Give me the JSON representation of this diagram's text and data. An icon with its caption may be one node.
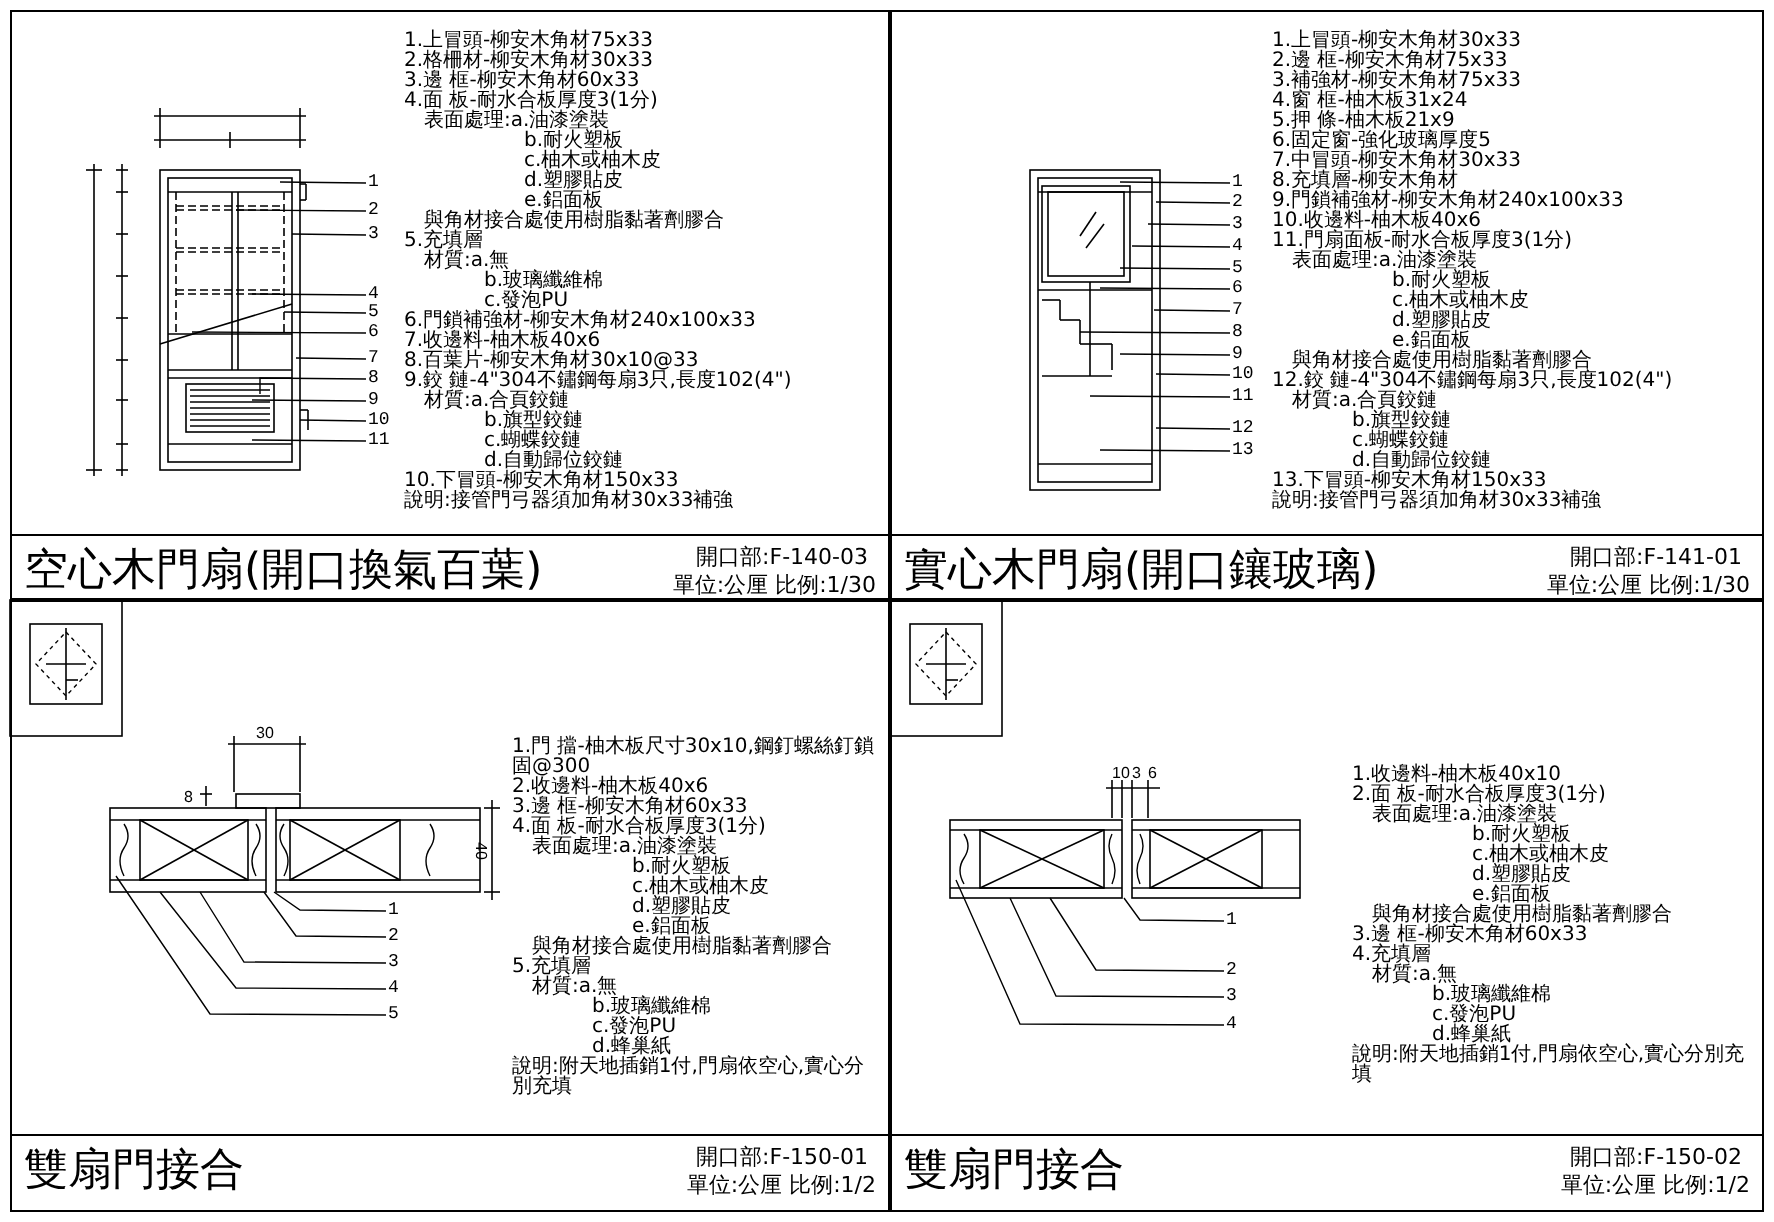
{
  "diagram": {
    "nodes": [
      {
        "text": [
          "1.上冒頭-柳安木角材75x33",
          "2.格柵材-柳安木角材30x33",
          "3.邊 框-柳安木角材60x33",
          "4.面 板-耐水合板厚度3(1分)",
          "表面處理:a.油漆塗裝",
          "b.耐火塑板",
          "c.柚木或柚木皮",
          "d.塑膠貼皮",
          "e.鋁面板",
          "與角材接合處使用樹脂黏著劑膠合",
          "5.充填層",
          "材質:a.無",
          "b.玻璃纖維棉",
          "c.發泡PU",
          "6.門鎖補強材-柳安木角材240x100x33",
          "7.收邊料-柚木板40x6",
          "8.百葉片-柳安木角材30x10@33",
          "9.鉸 鏈-4\"304不鏽鋼每扇3只,長度102(4\")",
          "材質:a.合頁鉸鏈",
          "b.旗型鉸鏈",
          "c.蝴蝶鉸鏈",
          "d.自動歸位鉸鏈",
          "10.下冒頭-柳安木角材150x33",
          "說明:接管門弓器須加角材30x33補強",
          "空心木門扇(開口換氣百葉)",
          "開口部:F-140-03",
          "單位:公厘 比例:1/30"
        ]
      },
      {
        "text": [],
        "shape": "picture",
        "in": 0
      },
      {
        "text": [
          "1"
        ],
        "in": 0
      },
      {
        "text": [
          "2"
        ],
        "in": 0
      },
      {
        "text": [
          "3"
        ],
        "in": 0
      },
      {
        "text": [
          "4"
        ],
        "in": 0
      },
      {
        "text": [
          "5"
        ],
        "in": 0
      },
      {
        "text": [
          "6"
        ],
        "in": 0
      },
      {
        "text": [
          "7"
        ],
        "in": 0
      },
      {
        "text": [
          "8"
        ],
        "in": 0
      },
      {
        "text": [
          "9"
        ],
        "in": 0
      },
      {
        "text": [
          "10"
        ],
        "in": 0
      },
      {
        "text": [
          "11"
        ],
        "in": 0
      },
      {
        "text": [
          "1.上冒頭-柳安木角材30x33",
          "2.邊 框-柳安木角材75x33",
          "3.補強材-柳安木角材75x33",
          "4.窗 框-柚木板31x24",
          "5.押 條-柚木板21x9",
          "6.固定窗-強化玻璃厚度5",
          "7.中冒頭-柳安木角材30x33",
          "8.充填層-柳安木角材",
          "9.門鎖補強材-柳安木角材240x100x33",
          "10.收邊料-柚木板40x6",
          "11.門扇面板-耐水合板厚度3(1分)",
          "表面處理:a.油漆塗裝",
          "b.耐火塑板",
          "c.柚木或柚木皮",
          "d.塑膠貼皮",
          "e.鋁面板",
          "與角材接合處使用樹脂黏著劑膠合",
          "12.鉸 鏈-4\"304不鏽鋼每扇3只,長度102(4\")",
          "材質:a.合頁鉸鏈",
          "b.旗型鉸鏈",
          "c.蝴蝶鉸鏈",
          "d.自動歸位鉸鏈",
          "13.下冒頭-柳安木角材150x33",
          "說明:接管門弓器須加角材30x33補強",
          "實心木門扇(開口鑲玻璃)",
          "開口部:F-141-01",
          "單位:公厘 比例:1/30"
        ]
      },
      {
        "text": [],
        "shape": "picture",
        "in": 13
      },
      {
        "text": [
          "1"
        ],
        "in": 13
      },
      {
        "text": [
          "2"
        ],
        "in": 13
      },
      {
        "text": [
          "3"
        ],
        "in": 13
      },
      {
        "text": [
          "4"
        ],
        "in": 13
      },
      {
        "text": [
          "5"
        ],
        "in": 13
      },
      {
        "text": [
          "6"
        ],
        "in": 13
      },
      {
        "text": [
          "7"
        ],
        "in": 13
      },
      {
        "text": [
          "8"
        ],
        "in": 13
      },
      {
        "text": [
          "9"
        ],
        "in": 13
      },
      {
        "text": [
          "10"
        ],
        "in": 13
      },
      {
        "text": [
          "11"
        ],
        "in": 13
      },
      {
        "text": [
          "12"
        ],
        "in": 13
      },
      {
        "text": [
          "13"
        ],
        "in": 13
      },
      {
        "text": [
          "1.門 擋-柚木板尺寸30x10,鋼釘螺絲釘鎖固@300",
          "2.收邊料-柚木板40x6",
          "3.邊 框-柳安木角材60x33",
          "4.面 板-耐水合板厚度3(1分)",
          "表面處理:a.油漆塗裝",
          "b.耐火塑板",
          "c.柚木或柚木皮",
          "d.塑膠貼皮",
          "e.鋁面板",
          "與角材接合處使用樹脂黏著劑膠合",
          "5.充填層",
          "材質:a.無",
          "b.玻璃纖維棉",
          "c.發泡PU",
          "d.蜂巢紙",
          "說明:附天地插銷1付,門扇依空心,實心分別充填",
          "雙扇門接合",
          "開口部:F-150-01",
          "單位:公厘 比例:1/2"
        ]
      },
      {
        "text": [],
        "shape": "picture",
        "in": 28
      },
      {
        "text": [
          "1"
        ],
        "in": 28
      },
      {
        "text": [
          "2"
        ],
        "in": 28
      },
      {
        "text": [
          "3"
        ],
        "in": 28
      },
      {
        "text": [
          "4"
        ],
        "in": 28
      },
      {
        "text": [
          "5"
        ],
        "in": 28
      },
      {
        "text": [
          "1.收邊料-柚木板40x10",
          "2.面 板-耐水合板厚度3(1分)",
          "表面處理:a.油漆塗裝",
          "b.耐火塑板",
          "c.柚木或柚木皮",
          "d.塑膠貼皮",
          "e.鋁面板",
          "與角材接合處使用樹脂黏著劑膠合",
          "3.邊 框-柳安木角材60x33",
          "4.充填層",
          "材質:a.無",
          "b.玻璃纖維棉",
          "c.發泡PU",
          "d.蜂巢紙",
          "說明:附天地插銷1付,門扇依空心,實心分別充填",
          "雙扇門接合",
          "開口部:F-150-02",
          "單位:公厘 比例:1/2"
        ]
      },
      {
        "text": [],
        "shape": "picture",
        "in": 35
      },
      {
        "text": [
          "1"
        ],
        "in": 35
      },
      {
        "text": [
          "2"
        ],
        "in": 35
      },
      {
        "text": [
          "3"
        ],
        "in": 35
      },
      {
        "text": [
          "4"
        ],
        "in": 35
      }
    ],
    "edges": [
      {
        "from": 2,
        "to": 1,
        "arrow": "none"
      },
      {
        "from": 3,
        "to": 1,
        "arrow": "none"
      },
      {
        "from": 4,
        "to": 1,
        "arrow": "none"
      },
      {
        "from": 5,
        "to": 1,
        "arrow": "none"
      },
      {
        "from": 6,
        "to": 1,
        "arrow": "none"
      },
      {
        "from": 7,
        "to": 1,
        "arrow": "none"
      },
      {
        "from": 8,
        "to": 1,
        "arrow": "none"
      },
      {
        "from": 9,
        "to": 1,
        "arrow": "none"
      },
      {
        "from": 10,
        "to": 1,
        "arrow": "none"
      },
      {
        "from": 11,
        "to": 1,
        "arrow": "none"
      },
      {
        "from": 12,
        "to": 1,
        "arrow": "none"
      },
      {
        "from": 15,
        "to": 14,
        "arrow": "none"
      },
      {
        "from": 16,
        "to": 14,
        "arrow": "none"
      },
      {
        "from": 17,
        "to": 14,
        "arrow": "none"
      },
      {
        "from": 18,
        "to": 14,
        "arrow": "none"
      },
      {
        "from": 19,
        "to": 14,
        "arrow": "none"
      },
      {
        "from": 20,
        "to": 14,
        "arrow": "none"
      },
      {
        "from": 21,
        "to": 14,
        "arrow": "none"
      },
      {
        "from": 22,
        "to": 14,
        "arrow": "none"
      },
      {
        "from": 23,
        "to": 14,
        "arrow": "none"
      },
      {
        "from": 24,
        "to": 14,
        "arrow": "none"
      },
      {
        "from": 25,
        "to": 14,
        "arrow": "none"
      },
      {
        "from": 26,
        "to": 14,
        "arrow": "none"
      },
      {
        "from": 27,
        "to": 14,
        "arrow": "none"
      },
      {
        "from": 30,
        "to": 29,
        "arrow": "none"
      },
      {
        "from": 31,
        "to": 29,
        "arrow": "none"
      },
      {
        "from": 32,
        "to": 29,
        "arrow": "none"
      },
      {
        "from": 33,
        "to": 29,
        "arrow": "none"
      },
      {
        "from": 34,
        "to": 29,
        "arrow": "none"
      },
      {
        "from": 37,
        "to": 36,
        "arrow": "none"
      },
      {
        "from": 38,
        "to": 36,
        "arrow": "none"
      },
      {
        "from": 39,
        "to": 36,
        "arrow": "none"
      },
      {
        "from": 40,
        "to": 36,
        "arrow": "none"
      }
    ],
    "labels": [
      "30",
      "8",
      "40",
      "10",
      "3",
      "6"
    ]
  }
}
